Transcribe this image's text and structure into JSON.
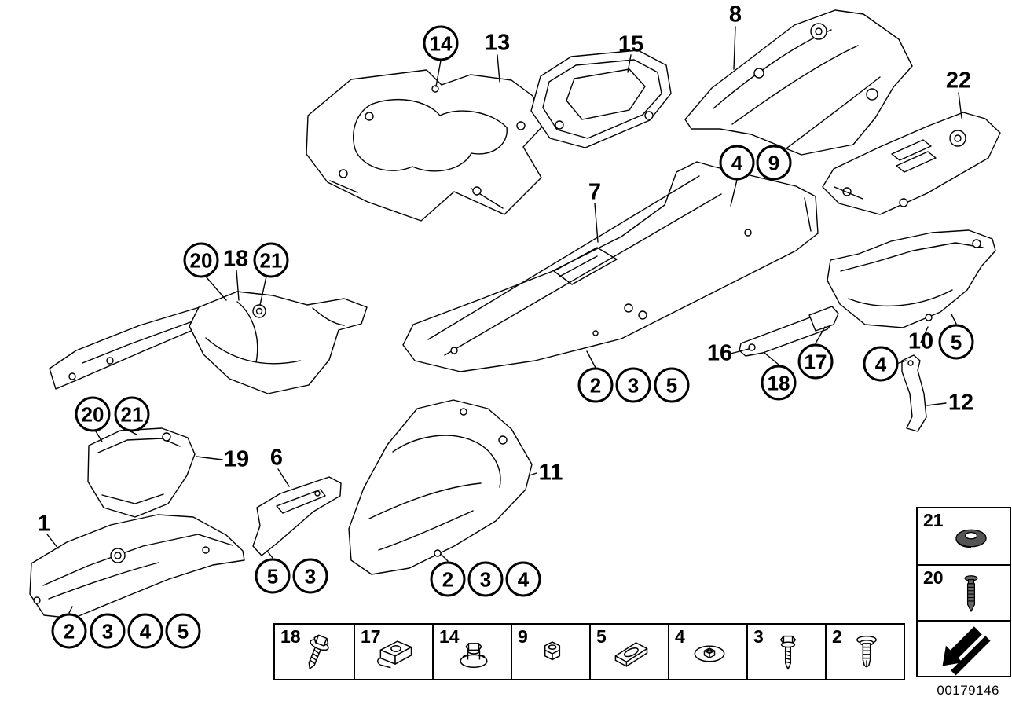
{
  "page": {
    "document_id": "00179146",
    "background": "#ffffff",
    "line_color": "#000000"
  },
  "part_labels": {
    "p1": "1",
    "p6": "6",
    "p7": "7",
    "p8": "8",
    "p10": "10",
    "p11": "11",
    "p12": "12",
    "p13": "13",
    "p15": "15",
    "p16": "16",
    "p18": "18",
    "p19": "19",
    "p22": "22"
  },
  "circle_callouts": {
    "top_14": "14",
    "pair_4": "4",
    "pair_9": "9",
    "trio_20": "20",
    "trio_21": "21",
    "left_20": "20",
    "left_21": "21",
    "tunnel_2": "2",
    "tunnel_3": "3",
    "tunnel_5": "5",
    "right_17": "17",
    "right_18": "18",
    "right_5": "5",
    "right_4": "4",
    "bracket_5": "5",
    "bracket_3": "3",
    "mid_2": "2",
    "mid_3": "3",
    "mid_4": "4",
    "bottom_2": "2",
    "bottom_3": "3",
    "bottom_4": "4",
    "bottom_5": "5"
  },
  "fastener_table": {
    "cells": [
      {
        "label": "18",
        "icon": "hex-screw-washer-icon"
      },
      {
        "label": "17",
        "icon": "clip-nut-icon"
      },
      {
        "label": "14",
        "icon": "collar-nut-icon"
      },
      {
        "label": "9",
        "icon": "hex-nut-icon"
      },
      {
        "label": "5",
        "icon": "clamp-plate-icon"
      },
      {
        "label": "4",
        "icon": "washer-nut-icon"
      },
      {
        "label": "3",
        "icon": "hex-bolt-icon"
      },
      {
        "label": "2",
        "icon": "expansion-rivet-icon"
      }
    ]
  },
  "legend_table": {
    "cells": [
      {
        "label": "21",
        "icon": "washer-icon"
      },
      {
        "label": "20",
        "icon": "expansion-screw-icon"
      }
    ]
  }
}
